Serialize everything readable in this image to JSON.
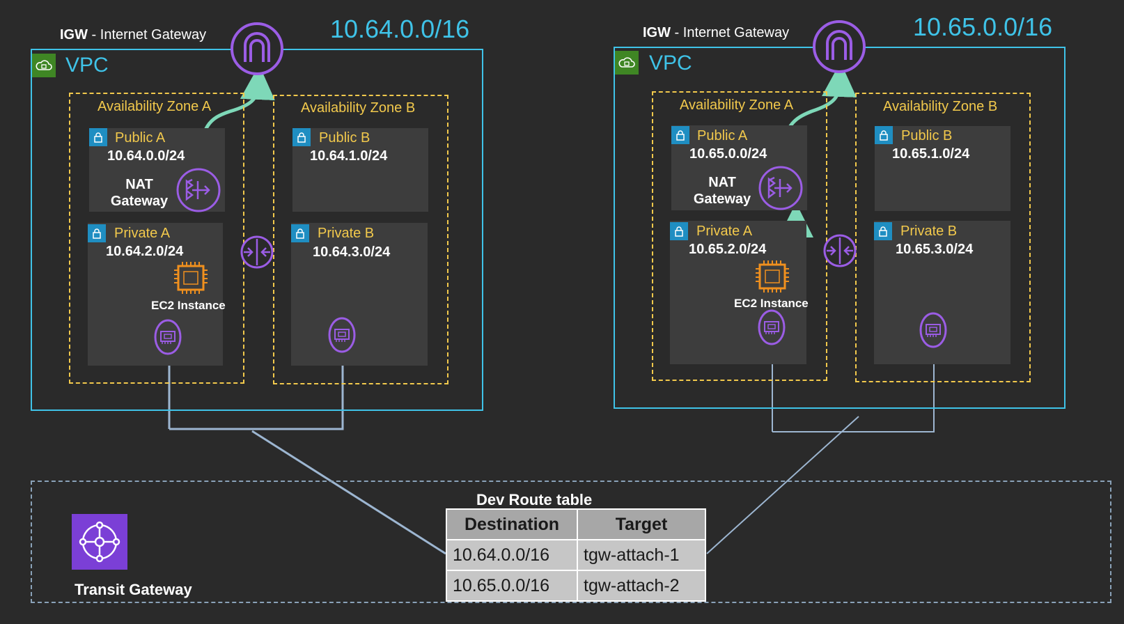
{
  "left_vpc": {
    "igw_prefix": "IGW",
    "igw_suffix": " - Internet Gateway",
    "cidr": "10.64.0.0/16",
    "vpc_label": "VPC",
    "az_a": "Availability Zone A",
    "az_b": "Availability Zone B",
    "public_a": {
      "name": "Public A",
      "cidr": "10.64.0.0/24"
    },
    "public_b": {
      "name": "Public B",
      "cidr": "10.64.1.0/24"
    },
    "private_a": {
      "name": "Private A",
      "cidr": "10.64.2.0/24"
    },
    "private_b": {
      "name": "Private B",
      "cidr": "10.64.3.0/24"
    },
    "nat_line1": "NAT",
    "nat_line2": "Gateway",
    "ec2_label": "EC2 Instance"
  },
  "right_vpc": {
    "igw_prefix": "IGW",
    "igw_suffix": " - Internet Gateway",
    "cidr": "10.65.0.0/16",
    "vpc_label": "VPC",
    "az_a": "Availability Zone A",
    "az_b": "Availability Zone B",
    "public_a": {
      "name": "Public A",
      "cidr": "10.65.0.0/24"
    },
    "public_b": {
      "name": "Public B",
      "cidr": "10.65.1.0/24"
    },
    "private_a": {
      "name": "Private A",
      "cidr": "10.65.2.0/24"
    },
    "private_b": {
      "name": "Private B",
      "cidr": "10.65.3.0/24"
    },
    "nat_line1": "NAT",
    "nat_line2": "Gateway",
    "ec2_label": "EC2 Instance"
  },
  "transit_gateway": {
    "label": "Transit Gateway"
  },
  "route_table": {
    "title": "Dev Route table",
    "headers": [
      "Destination",
      "Target"
    ],
    "rows": [
      [
        "10.64.0.0/16",
        "tgw-attach-1"
      ],
      [
        "10.65.0.0/16",
        "tgw-attach-2"
      ]
    ]
  },
  "colors": {
    "vpc_border": "#3fc3e8",
    "az_border": "#f2c94c",
    "subnet_title": "#f2c94c",
    "icon_purple": "#9b5de5",
    "route_arrow": "#7ed8b8",
    "attachment_line": "#9db6d1"
  },
  "icons": {
    "igw": "internet-gateway-icon",
    "nat": "nat-gateway-icon",
    "ec2": "ec2-chip-icon",
    "eni": "network-interface-icon",
    "router": "router-icon",
    "tgw": "transit-gateway-icon",
    "lock": "lock-icon",
    "cloud": "cloud-icon"
  }
}
